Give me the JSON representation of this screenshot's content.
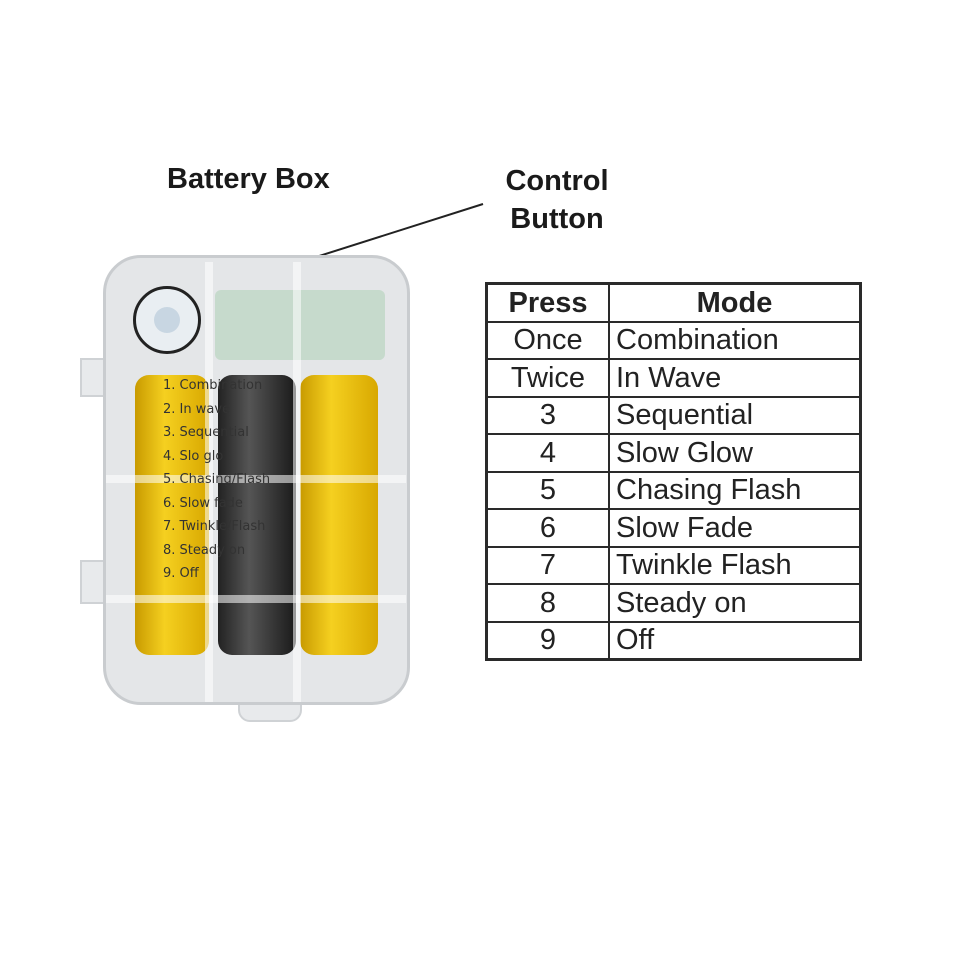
{
  "labels": {
    "battery_box": "Battery Box",
    "control_button": "Control Button"
  },
  "device_label": [
    "1. Combination",
    "2. In wave",
    "3. Sequential",
    "4. Slo glo",
    "5. Chasing/Flash",
    "6. Slow fade",
    "7. Twinkle/Flash",
    "8. Steady on",
    "9. Off"
  ],
  "table": {
    "headers": [
      "Press",
      "Mode"
    ],
    "rows": [
      {
        "press": "Once",
        "mode": "Combination"
      },
      {
        "press": "Twice",
        "mode": "In Wave"
      },
      {
        "press": "3",
        "mode": "Sequential"
      },
      {
        "press": "4",
        "mode": "Slow Glow"
      },
      {
        "press": "5",
        "mode": "Chasing Flash"
      },
      {
        "press": "6",
        "mode": "Slow Fade"
      },
      {
        "press": "7",
        "mode": "Twinkle Flash"
      },
      {
        "press": "8",
        "mode": "Steady on"
      },
      {
        "press": "9",
        "mode": "Off"
      }
    ]
  }
}
